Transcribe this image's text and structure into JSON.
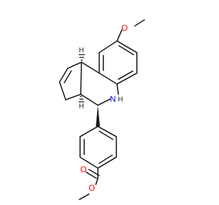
{
  "molecule": {
    "atoms": {
      "o_methoxy": "O",
      "n_amine": "N",
      "h_amine": "H",
      "h_stereo_top": "H",
      "h_stereo_bottom": "H",
      "o_ester_carbonyl": "O",
      "o_ester_ether": "O"
    },
    "colors": {
      "oxygen": "#ff0000",
      "nitrogen": "#0000ff",
      "carbon_bond": "#1a1a1a",
      "hydrogen": "#1a1a1a"
    }
  }
}
